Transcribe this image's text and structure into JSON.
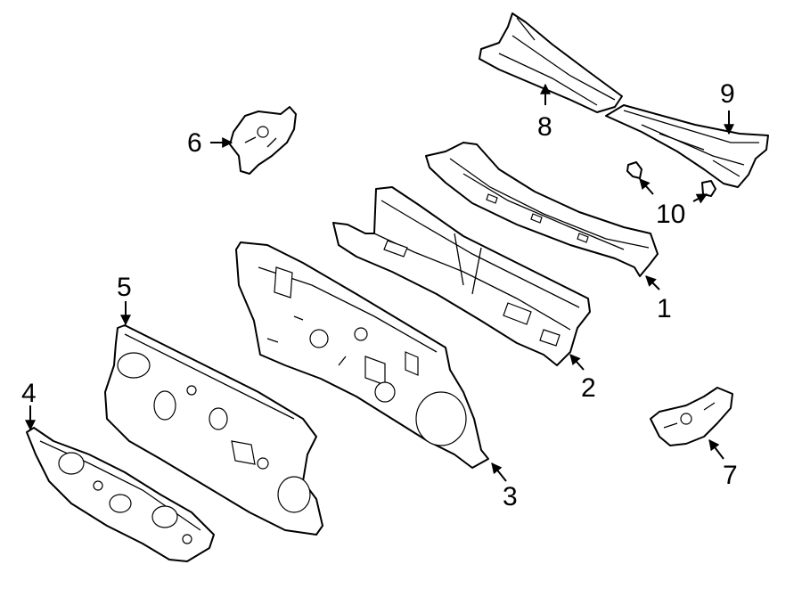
{
  "diagram": {
    "callouts": [
      {
        "id": "1",
        "label": "1"
      },
      {
        "id": "2",
        "label": "2"
      },
      {
        "id": "3",
        "label": "3"
      },
      {
        "id": "4",
        "label": "4"
      },
      {
        "id": "5",
        "label": "5"
      },
      {
        "id": "6",
        "label": "6"
      },
      {
        "id": "7",
        "label": "7"
      },
      {
        "id": "8",
        "label": "8"
      },
      {
        "id": "9",
        "label": "9"
      },
      {
        "id": "10",
        "label": "10"
      }
    ]
  },
  "colors": {
    "line": "#000000",
    "background": "#ffffff"
  }
}
